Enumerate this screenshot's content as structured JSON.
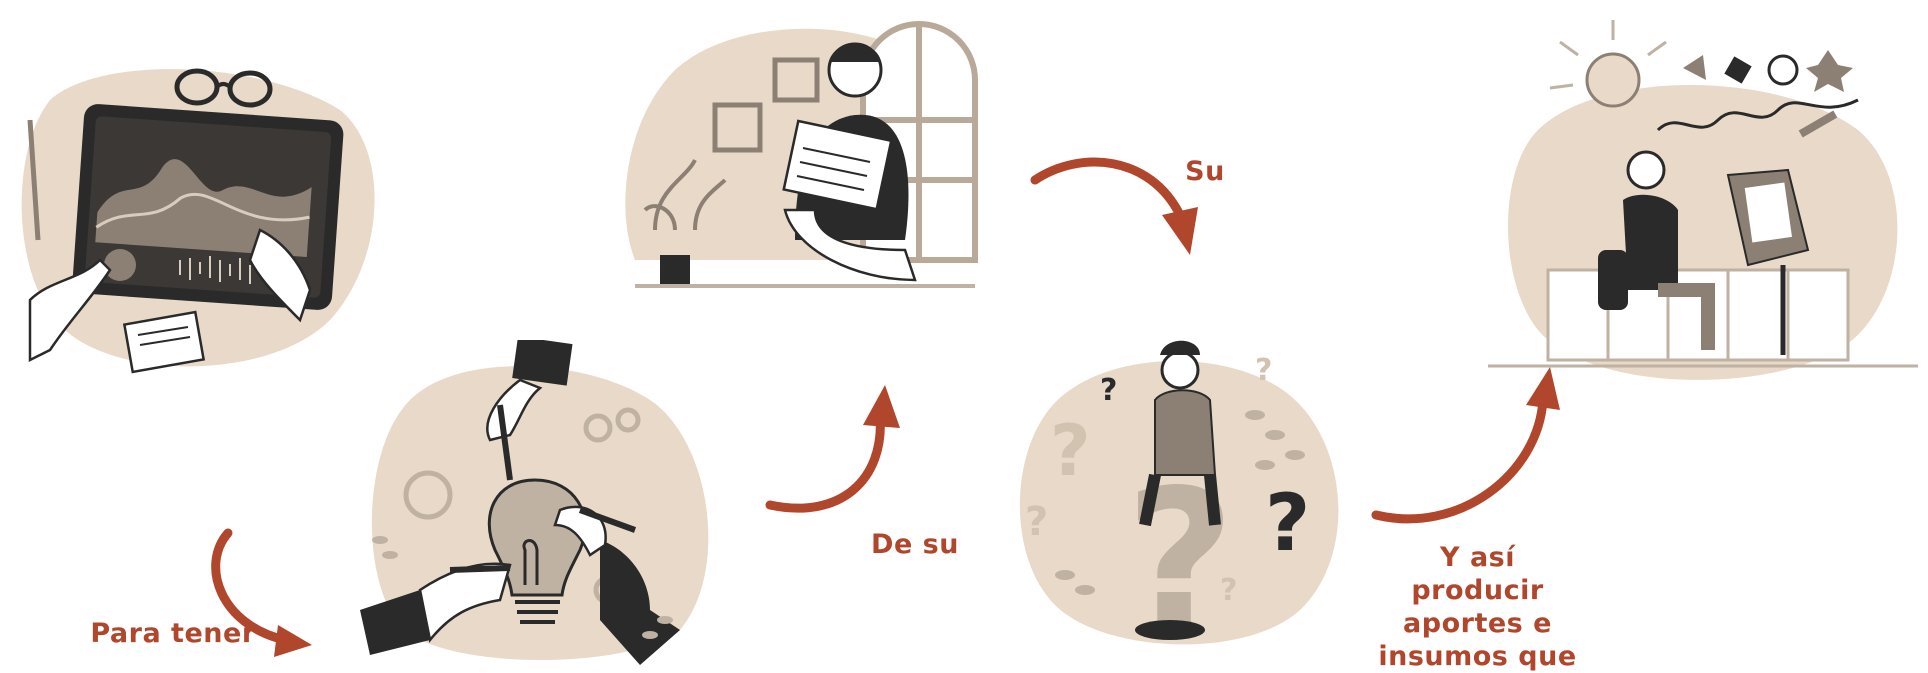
{
  "colors": {
    "accent": "#B0472C",
    "blob": "#E8D9C8",
    "ink": "#2A2A2A",
    "paper": "#FFFFFF",
    "muted": "#BFB2A3"
  },
  "captions": {
    "step1": "Para tener",
    "step2": "De su",
    "step3": "Su",
    "step4_line1": "Y así producir",
    "step4_line2": "aportes e",
    "step4_line3": "insumos que"
  },
  "illustrations": [
    {
      "name": "tablet-analytics-illustration",
      "icon": "tablet-chart-icon"
    },
    {
      "name": "idea-lightbulb-illustration",
      "icon": "lightbulb-icon"
    },
    {
      "name": "reading-document-illustration",
      "icon": "document-icon"
    },
    {
      "name": "question-thinking-illustration",
      "icon": "question-mark-icon"
    },
    {
      "name": "creative-desk-illustration",
      "icon": "creative-desk-icon"
    }
  ]
}
